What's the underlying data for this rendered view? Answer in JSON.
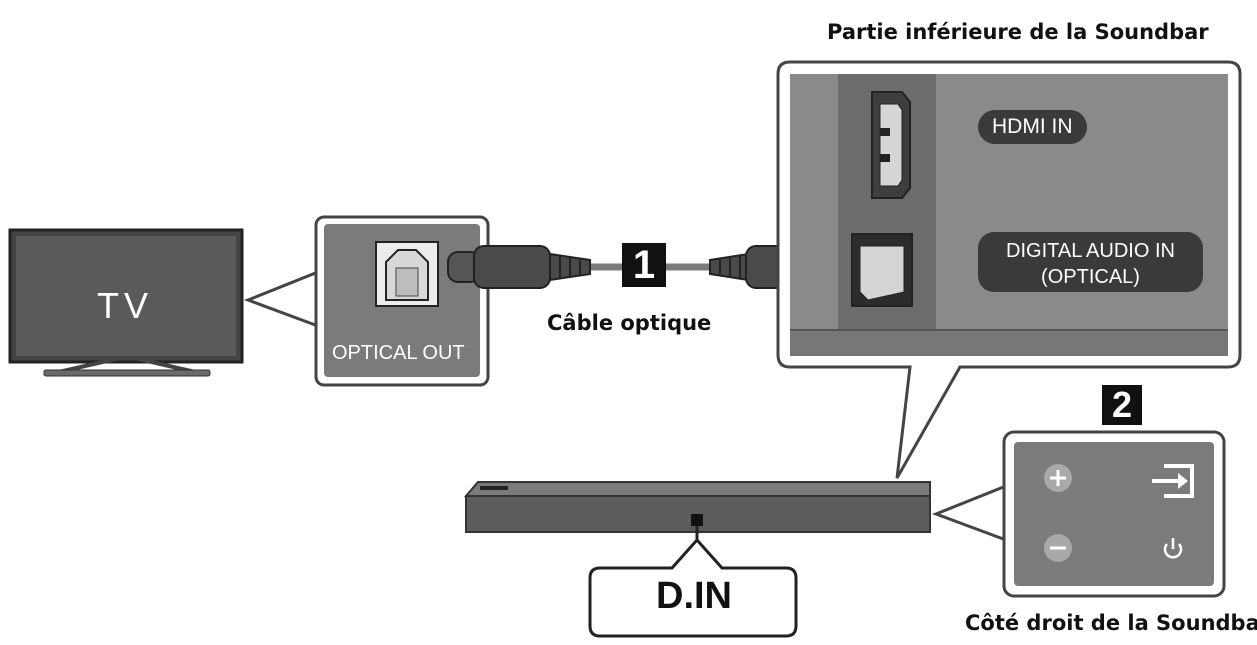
{
  "labels": {
    "tv": "TV",
    "optical_out": "OPTICAL OUT",
    "step1": "1",
    "step2": "2",
    "cable": "Câble optique",
    "soundbar_bottom": "Partie inférieure de la Soundbar",
    "soundbar_right_side": "Côté droit de la Soundbar",
    "hdmi_in": "HDMI IN",
    "digital_audio_in_line1": "DIGITAL AUDIO IN",
    "digital_audio_in_line2": "(OPTICAL)",
    "d_in": "D.IN"
  },
  "icons": [
    "optical-port-icon",
    "hdmi-port-icon",
    "plus-icon",
    "minus-icon",
    "input-source-icon",
    "power-icon"
  ],
  "colors": {
    "tv_screen": "#5a5a5a",
    "panel_grey": "#7b7b7b",
    "soundbar_body": "#5c5c5c",
    "label_pill": "#3a3a3a"
  }
}
